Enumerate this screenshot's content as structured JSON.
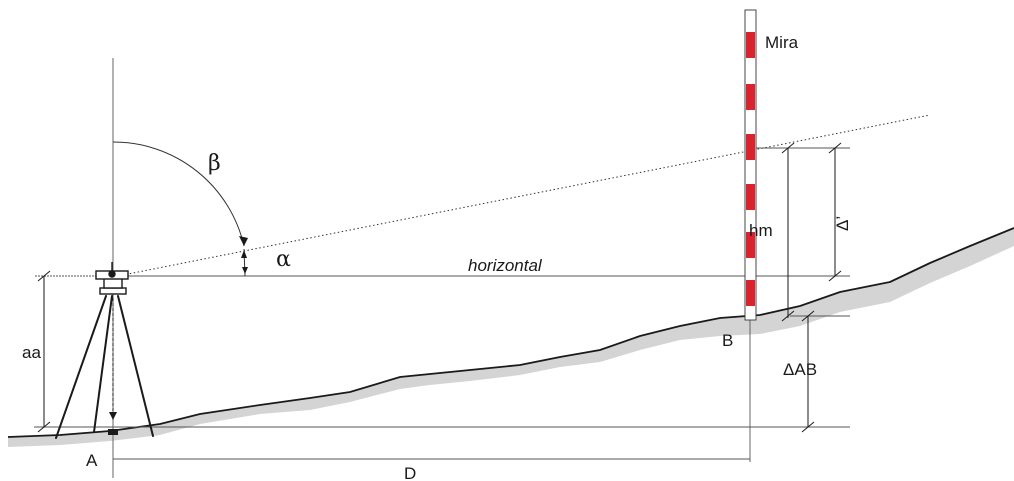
{
  "labels": {
    "mira": "Mira",
    "beta": "β",
    "alpha": "α",
    "horizontal": "horizontal",
    "hm": "hm",
    "delta_prime": "Δ’",
    "aa": "aa",
    "b": "B",
    "delta_ab": "ΔAB",
    "a": "A",
    "d": "D"
  },
  "colors": {
    "line": "#1a1a1a",
    "ground_shadow": "#d4d4d4",
    "rod_stripe": "#d9232e"
  }
}
